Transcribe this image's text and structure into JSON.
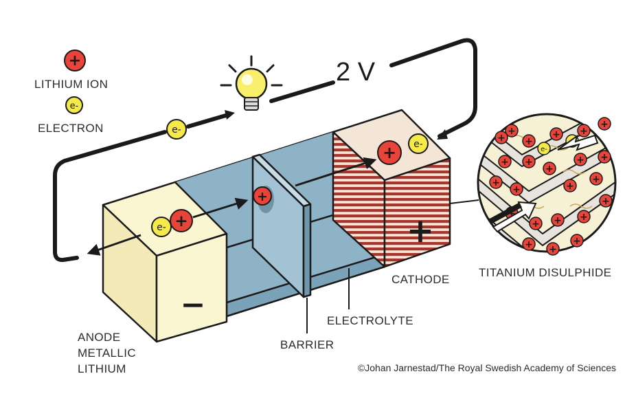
{
  "legend": {
    "ion_label": "LITHIUM ION",
    "electron_label": "ELECTRON"
  },
  "voltage": "2 V",
  "labels": {
    "anode_line1": "ANODE",
    "anode_line2": "METALLIC",
    "anode_line3": "LITHIUM",
    "barrier": "BARRIER",
    "electrolyte": "ELECTROLYTE",
    "cathode": "CATHODE",
    "titanium": "TITANIUM DISULPHIDE"
  },
  "symbols": {
    "ion": "+",
    "electron": "e-",
    "anode_sign": "−",
    "cathode_sign": "+"
  },
  "credit": "©Johan Jarnestad/The Royal Swedish Academy of Sciences",
  "colors": {
    "ion": "#e8443a",
    "electron": "#f6ea4a",
    "anode": "#fbf6d2",
    "electrolyte": "#8fb3c6",
    "cathode_stripe": "#a7362f",
    "outline": "#1a1a1a"
  }
}
